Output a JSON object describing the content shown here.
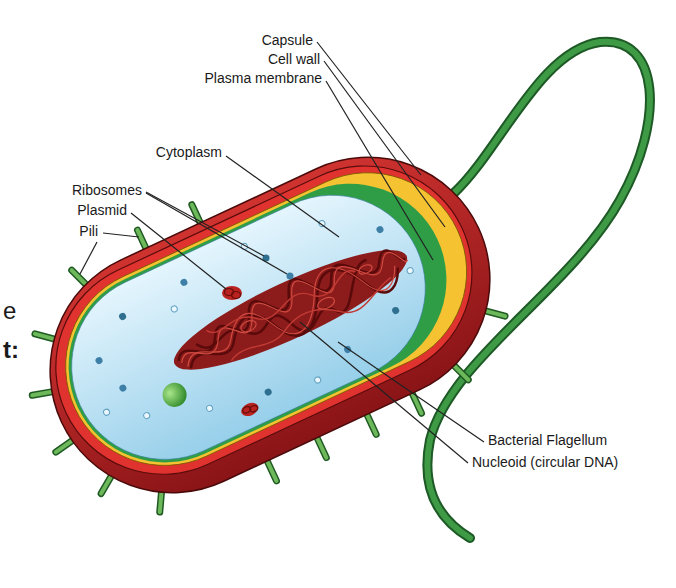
{
  "diagram": {
    "labels": [
      "Capsule",
      "Cell wall",
      "Plasma membrane",
      "Cytoplasm",
      "Ribosomes",
      "Plasmid",
      "Pili",
      "Bacterial Flagellum",
      "Nucleoid (circular DNA)",
      "e",
      "t:"
    ]
  }
}
